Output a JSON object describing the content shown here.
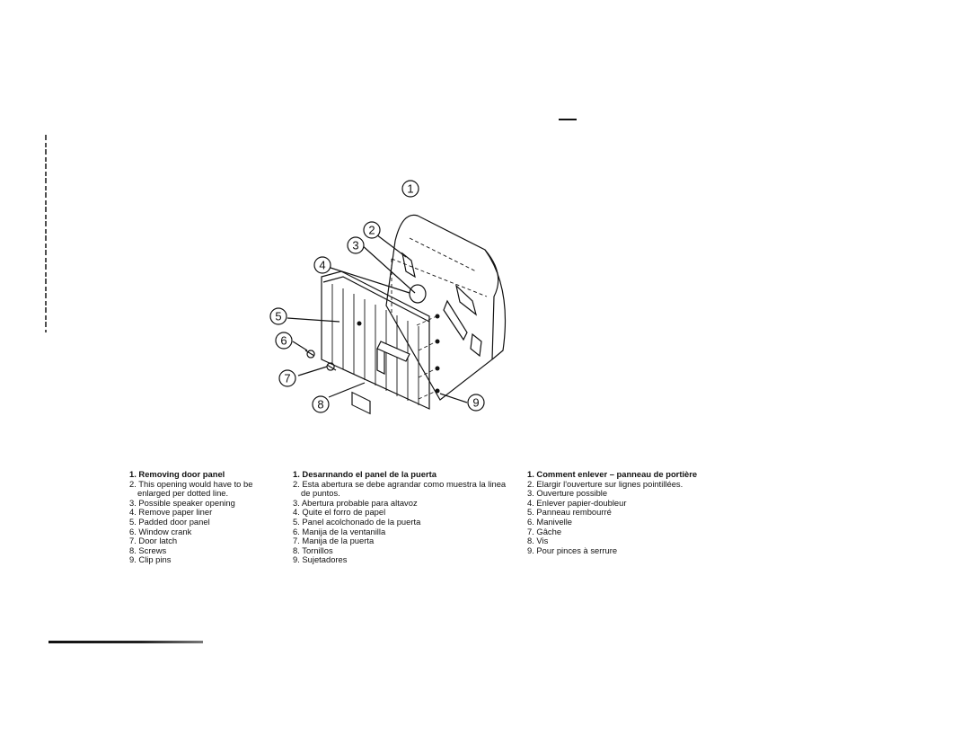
{
  "diagram": {
    "callouts": [
      "1",
      "2",
      "3",
      "4",
      "5",
      "6",
      "7",
      "8",
      "9"
    ]
  },
  "legend": {
    "english": {
      "items": [
        "1. Removing door panel",
        "2. This opening would have to be enlarged per dotted line.",
        "3. Possible speaker opening",
        "4. Remove paper liner",
        "5. Padded door panel",
        "6. Window crank",
        "7. Door latch",
        "8. Screws",
        "9. Clip pins"
      ]
    },
    "spanish": {
      "items": [
        "1. Desarınando el panel de la puerta",
        "2. Esta abertura se debe agrandar como muestra la linea de puntos.",
        "3. Abertura probable para altavoz",
        "4. Quite el forro de papel",
        "5. Panel acolchonado de la puerta",
        "6. Manija de la ventanilla",
        "7. Manija de la puerta",
        "8. Tornillos",
        "9. Sujetadores"
      ]
    },
    "french": {
      "items": [
        "1. Comment enlever – panneau de portière",
        "2. Elargir l'ouverture sur lignes pointillées.",
        "3. Ouverture possible",
        "4. Enlever papier-doubleur",
        "5. Panneau rembourré",
        "6. Manivelle",
        "7. Gâche",
        "8. Vis",
        "9. Pour pinces à serrure"
      ]
    }
  }
}
